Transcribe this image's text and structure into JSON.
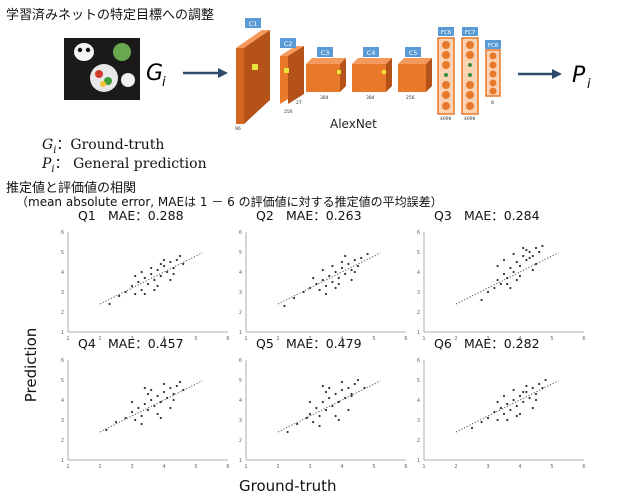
{
  "heading": "学習済みネットの特定目標への調整",
  "network": {
    "input_label": "G",
    "input_sub": "i",
    "output_label": "P",
    "output_sub": "i",
    "name": "AlexNet",
    "layers": [
      "C1",
      "C2",
      "C3",
      "C4",
      "C5",
      "FC6",
      "FC7",
      "FC8"
    ],
    "dims": [
      "96",
      "27",
      "256",
      "384",
      "384",
      "256",
      "4096",
      "4096",
      "8"
    ],
    "colors": {
      "block": "#e8792a",
      "block_dark": "#b5521a",
      "label_bg": "#5a9bd5",
      "arrow": "#2e4a6b",
      "node": "#f39a5c"
    }
  },
  "legend": {
    "g_symbol": "G",
    "g_sub": "i",
    "g_text": "：Ground-truth",
    "p_symbol": "P",
    "p_sub": "i",
    "p_text": "：  General prediction"
  },
  "correlation": {
    "title": "推定値と評価値の相関",
    "note": "（mean absolute error, MAEは 1 － 6 の評価値に対する推定値の平均誤差）",
    "ylabel": "Prediction",
    "xlabel": "Ground-truth"
  },
  "chart_data": [
    {
      "type": "scatter",
      "title": "Q1",
      "mae_label": "MAE：0.288",
      "mae": 0.288,
      "xlim": [
        1,
        6
      ],
      "ylim": [
        1,
        6
      ],
      "xticks": [
        "1",
        "2",
        "3",
        "4",
        "5",
        "6"
      ],
      "yticks": [
        "1",
        "2",
        "3",
        "4",
        "5",
        "6"
      ],
      "points_x": [
        2.3,
        2.6,
        2.8,
        3.0,
        3.1,
        3.2,
        3.3,
        3.4,
        3.5,
        3.6,
        3.7,
        3.8,
        3.9,
        4.0,
        4.1,
        4.2,
        4.3,
        4.4,
        4.5,
        4.6,
        3.1,
        3.4,
        3.6,
        3.8,
        4.0,
        4.2,
        3.3,
        3.7,
        3.9,
        4.3
      ],
      "points_y": [
        2.4,
        2.8,
        3.0,
        3.3,
        2.9,
        3.5,
        3.1,
        3.7,
        3.4,
        3.9,
        3.6,
        4.1,
        3.8,
        4.3,
        4.0,
        4.5,
        4.2,
        4.6,
        4.8,
        4.4,
        3.8,
        2.9,
        4.2,
        3.3,
        4.6,
        3.6,
        4.0,
        3.1,
        4.4,
        3.9
      ]
    },
    {
      "type": "scatter",
      "title": "Q2",
      "mae_label": "MAE：0.263",
      "mae": 0.263,
      "xlim": [
        1,
        6
      ],
      "ylim": [
        1,
        6
      ],
      "xticks": [
        "1",
        "2",
        "3",
        "4",
        "5",
        "6"
      ],
      "yticks": [
        "1",
        "2",
        "3",
        "4",
        "5",
        "6"
      ],
      "points_x": [
        2.2,
        2.5,
        2.8,
        3.0,
        3.2,
        3.3,
        3.4,
        3.5,
        3.6,
        3.7,
        3.8,
        3.9,
        4.0,
        4.1,
        4.2,
        4.3,
        4.4,
        4.5,
        4.6,
        4.8,
        3.1,
        3.5,
        3.7,
        3.9,
        4.1,
        4.3,
        3.4,
        3.8,
        4.0,
        4.4
      ],
      "points_y": [
        2.3,
        2.7,
        3.0,
        3.2,
        3.4,
        3.1,
        3.6,
        3.3,
        3.8,
        3.5,
        4.0,
        3.7,
        4.2,
        3.9,
        4.4,
        4.1,
        4.6,
        4.3,
        4.7,
        4.9,
        3.7,
        2.9,
        4.3,
        3.4,
        4.8,
        3.6,
        4.1,
        3.2,
        4.5,
        4.0
      ]
    },
    {
      "type": "scatter",
      "title": "Q3",
      "mae_label": "MAE：0.284",
      "mae": 0.284,
      "xlim": [
        1,
        6
      ],
      "ylim": [
        1,
        6
      ],
      "xticks": [
        "1",
        "2",
        "3",
        "4",
        "5",
        "6"
      ],
      "yticks": [
        "1",
        "2",
        "3",
        "4",
        "5",
        "6"
      ],
      "points_x": [
        2.8,
        3.0,
        3.2,
        3.3,
        3.4,
        3.5,
        3.6,
        3.7,
        3.8,
        3.9,
        4.0,
        4.1,
        4.2,
        4.3,
        4.4,
        4.5,
        4.6,
        4.7,
        3.3,
        3.6,
        3.8,
        4.0,
        4.2,
        4.4,
        3.5,
        3.9,
        4.1,
        4.5,
        3.7,
        4.3
      ],
      "points_y": [
        2.6,
        3.0,
        3.2,
        3.6,
        3.4,
        3.9,
        3.7,
        4.2,
        4.0,
        4.5,
        4.3,
        4.8,
        4.6,
        5.0,
        4.8,
        5.2,
        5.0,
        5.3,
        4.3,
        3.4,
        4.9,
        3.8,
        5.1,
        4.1,
        4.6,
        3.6,
        5.2,
        4.4,
        3.2,
        4.7
      ]
    },
    {
      "type": "scatter",
      "title": "Q4",
      "mae_label": "MAE：0.457",
      "mae": 0.457,
      "xlim": [
        1,
        6
      ],
      "ylim": [
        1,
        6
      ],
      "xticks": [
        "1",
        "2",
        "3",
        "4",
        "5",
        "6"
      ],
      "yticks": [
        "1",
        "2",
        "3",
        "4",
        "5",
        "6"
      ],
      "points_x": [
        2.2,
        2.5,
        2.8,
        3.0,
        3.1,
        3.2,
        3.3,
        3.4,
        3.5,
        3.6,
        3.7,
        3.8,
        3.9,
        4.0,
        4.1,
        4.2,
        4.3,
        4.4,
        4.5,
        4.6,
        3.0,
        3.3,
        3.6,
        3.8,
        4.0,
        4.2,
        3.5,
        3.9,
        4.3,
        3.4
      ],
      "points_y": [
        2.5,
        2.9,
        3.1,
        3.4,
        3.0,
        3.6,
        3.2,
        3.8,
        3.5,
        4.0,
        3.7,
        4.2,
        3.9,
        4.4,
        4.1,
        4.6,
        4.3,
        4.7,
        4.9,
        4.5,
        3.9,
        2.8,
        4.5,
        3.3,
        4.8,
        3.6,
        4.3,
        3.1,
        4.0,
        4.6
      ]
    },
    {
      "type": "scatter",
      "title": "Q5",
      "mae_label": "MAE：0.479",
      "mae": 0.479,
      "xlim": [
        1,
        6
      ],
      "ylim": [
        1,
        6
      ],
      "xticks": [
        "1",
        "2",
        "3",
        "4",
        "5",
        "6"
      ],
      "yticks": [
        "1",
        "2",
        "3",
        "4",
        "5",
        "6"
      ],
      "points_x": [
        2.3,
        2.6,
        2.9,
        3.0,
        3.1,
        3.2,
        3.3,
        3.4,
        3.5,
        3.6,
        3.7,
        3.8,
        3.9,
        4.0,
        4.1,
        4.2,
        4.3,
        4.4,
        4.5,
        4.7,
        3.0,
        3.3,
        3.6,
        3.8,
        4.0,
        4.2,
        3.5,
        3.9,
        4.3,
        3.4
      ],
      "points_y": [
        2.4,
        2.8,
        3.1,
        3.3,
        2.9,
        3.6,
        3.2,
        3.9,
        3.5,
        4.1,
        3.7,
        4.3,
        3.9,
        4.5,
        4.1,
        4.6,
        4.3,
        4.8,
        5.0,
        4.6,
        3.9,
        2.7,
        4.6,
        3.2,
        4.9,
        3.5,
        4.4,
        3.0,
        4.2,
        4.7
      ]
    },
    {
      "type": "scatter",
      "title": "Q6",
      "mae_label": "MAE：0.282",
      "mae": 0.282,
      "xlim": [
        1,
        6
      ],
      "ylim": [
        1,
        6
      ],
      "xticks": [
        "1",
        "2",
        "3",
        "4",
        "5",
        "6"
      ],
      "yticks": [
        "1",
        "2",
        "3",
        "4",
        "5",
        "6"
      ],
      "points_x": [
        2.5,
        2.8,
        3.0,
        3.2,
        3.3,
        3.4,
        3.5,
        3.6,
        3.7,
        3.8,
        3.9,
        4.0,
        4.1,
        4.2,
        4.3,
        4.4,
        4.5,
        4.6,
        4.7,
        4.8,
        3.3,
        3.6,
        3.8,
        4.0,
        4.2,
        4.4,
        3.5,
        3.9,
        4.1,
        4.5
      ],
      "points_y": [
        2.6,
        2.9,
        3.1,
        3.4,
        3.0,
        3.6,
        3.3,
        3.8,
        3.5,
        4.0,
        3.7,
        4.2,
        3.9,
        4.4,
        4.1,
        4.6,
        4.3,
        4.8,
        4.6,
        5.0,
        3.9,
        3.0,
        4.5,
        3.3,
        4.7,
        3.6,
        4.2,
        3.2,
        4.4,
        4.0
      ]
    }
  ]
}
